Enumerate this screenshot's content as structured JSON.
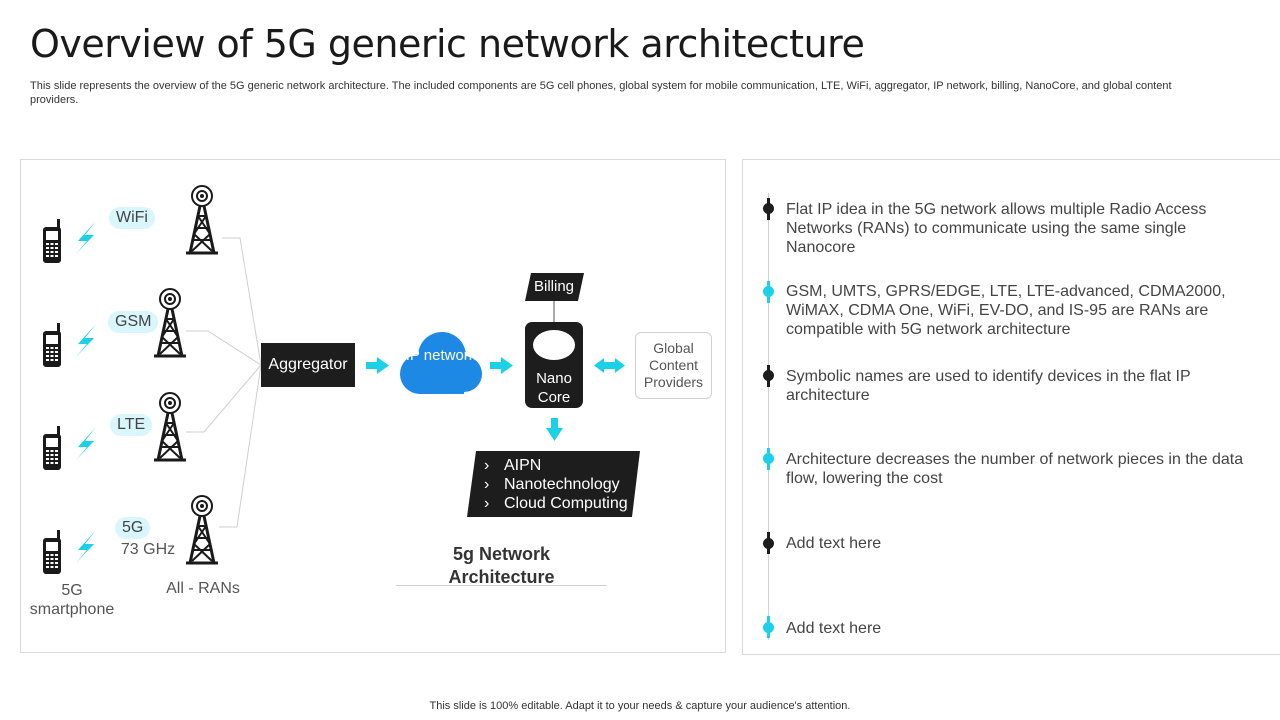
{
  "page": {
    "title": "Overview of 5G generic network architecture",
    "subtitle": "This slide represents the overview of the 5G generic network architecture. The included components are 5G cell phones, global system for mobile communication, LTE, WiFi,  aggregator, IP network, billing, NanoCore, and global content providers.",
    "footer": "This slide is 100% editable. Adapt it to your needs & capture your audience's attention."
  },
  "diagram": {
    "ran_labels": [
      "WiFi",
      "GSM",
      "LTE",
      "5G"
    ],
    "frequency_label": "73 GHz",
    "smartphone_label": "5G smartphone",
    "all_rans_label": "All - RANs",
    "aggregator": "Aggregator",
    "ip_network": "IP network",
    "billing": "Billing",
    "nano_core": "Nano Core",
    "global_content": "Global Content Providers",
    "services": [
      "AIPN",
      "Nanotechnology",
      "Cloud Computing"
    ],
    "title": "5g Network Architecture"
  },
  "points": [
    {
      "text": "Flat IP idea in the 5G network allows multiple Radio Access Networks (RANs) to communicate using the same single Nanocore",
      "color": "#1d1d1d"
    },
    {
      "text": "GSM,  UMTS,  GPRS/EDGE,  LTE,  LTE-advanced,  CDMA2000, WiMAX,  CDMA One,  WiFi,  EV-DO,  and IS-95 are RANs are compatible with 5G network architecture",
      "color": "#1ad1e8"
    },
    {
      "text": "Symbolic names are used to identify devices in the flat IP architecture",
      "color": "#1d1d1d"
    },
    {
      "text": "Architecture  decreases the number  of network pieces in the data flow,  lowering the cost",
      "color": "#1ad1e8"
    },
    {
      "text": "Add text here",
      "color": "#1d1d1d"
    },
    {
      "text": "Add text here",
      "color": "#1ad1e8"
    }
  ],
  "colors": {
    "accent": "#1ad1e8",
    "dark": "#1d1d1d",
    "cloud": "#1e88e5",
    "pill": "#d8f6fb"
  }
}
